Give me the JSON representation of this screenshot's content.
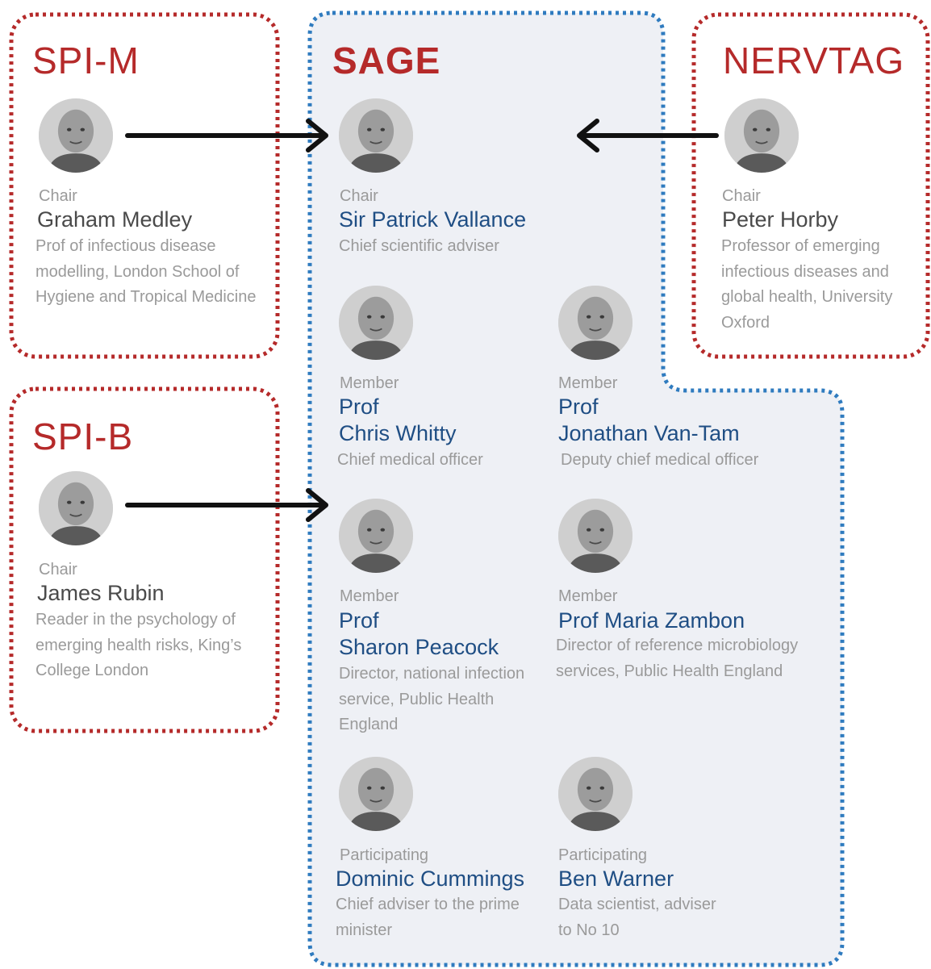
{
  "colors": {
    "red_accent": "#b52a2a",
    "sage_blue": "#2f7bbf",
    "sage_fill": "#eef0f5",
    "name_blue": "#1f4e84",
    "text_gray": "#9a9a9a",
    "name_gray": "#4a4a4a",
    "arrow": "#111111"
  },
  "groups": {
    "spim": {
      "title": "SPI-M",
      "person": {
        "role": "Chair",
        "name": "Graham Medley",
        "description": "Prof of infectious disease modelling, London School of Hygiene and Tropical Medicine"
      }
    },
    "spib": {
      "title": "SPI-B",
      "person": {
        "role": "Chair",
        "name": "James Rubin",
        "description": "Reader in the psychology of emerging health risks, King’s College London"
      }
    },
    "nervtag": {
      "title": "NERVTAG",
      "person": {
        "role": "Chair",
        "name": "Peter Horby",
        "description": "Professor of emerging infectious diseases and global health, University Oxford"
      }
    },
    "sage": {
      "title": "SAGE",
      "members": [
        {
          "role": "Chair",
          "name": "Sir Patrick Vallance",
          "description": "Chief scientific adviser"
        },
        {
          "role": "Member",
          "name": "Prof\nChris Whitty",
          "description": "Chief medical officer"
        },
        {
          "role": "Member",
          "name": "Prof\nJonathan Van-Tam",
          "description": "Deputy chief medical officer"
        },
        {
          "role": "Member",
          "name": "Prof\nSharon Peacock",
          "description": "Director, national infection service, Public Health England"
        },
        {
          "role": "Member",
          "name": "Prof Maria Zambon",
          "description": "Director of reference microbiology services, Public Health England"
        },
        {
          "role": "Participating",
          "name": "Dominic Cummings",
          "description": "Chief adviser to the prime minister"
        },
        {
          "role": "Participating",
          "name": "Ben Warner",
          "description": "Data scientist, adviser to No 10"
        }
      ]
    }
  }
}
